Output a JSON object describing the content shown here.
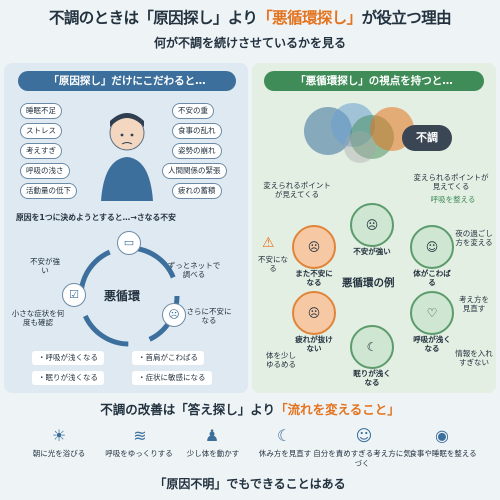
{
  "title": {
    "p1": "不調のときは「原因探し」より",
    "hl": "「悪循環探し」",
    "p2": "が役立つ理由"
  },
  "subtitle": "何が不調を続けさせているかを見る",
  "left": {
    "header": "「原因探し」だけにこだわると…",
    "causes": [
      "睡眠不足",
      "ストレス",
      "考えすぎ",
      "呼吸の浅さ",
      "活動量の低下",
      "不安の重",
      "食事の乱れ",
      "姿勢の崩れ",
      "人間関係の緊張",
      "疲れの蓄積"
    ],
    "caption": "原因を1つに決めようとすると…→さなる不安",
    "cycle_label": "悪循環",
    "nodes": [
      "ずっとネットで調べる",
      "さらに不安になる",
      "小さな症状を何度も確認",
      "不安が強い"
    ],
    "bullets": [
      "・呼吸が浅くなる",
      "・首肩がこわばる",
      "・眠りが浅くなる",
      "・症状に敏感になる"
    ]
  },
  "right": {
    "header": "「悪循環探し」の視点を持つと…",
    "badge": "不調",
    "cycle_label": "悪循環の例",
    "nodes": [
      "不安が強い",
      "体がこわばる",
      "呼吸が浅くなる",
      "眠りが浅くなる",
      "疲れが抜けない",
      "また不安になる"
    ],
    "points_left": "変えられるポイントが見えてくる",
    "points_right": "変えられるポイントが見えてくる",
    "actions": [
      "呼吸を整える",
      "夜の過ごし方を変える",
      "考え方を見直す",
      "情報を入れすぎない",
      "体を少しゆるめる",
      "不安になる"
    ]
  },
  "bottom": {
    "p1": "不調の改善は「答え探し」より",
    "hl": "「流れを変えること」"
  },
  "tips": [
    "朝に光を浴びる",
    "呼吸をゆっくりする",
    "少し体を動かす",
    "休み方を見直す",
    "自分を責めすぎる考え方に気づく",
    "食事や睡眠を整える"
  ],
  "closing": "「原因不明」でもできることはある"
}
